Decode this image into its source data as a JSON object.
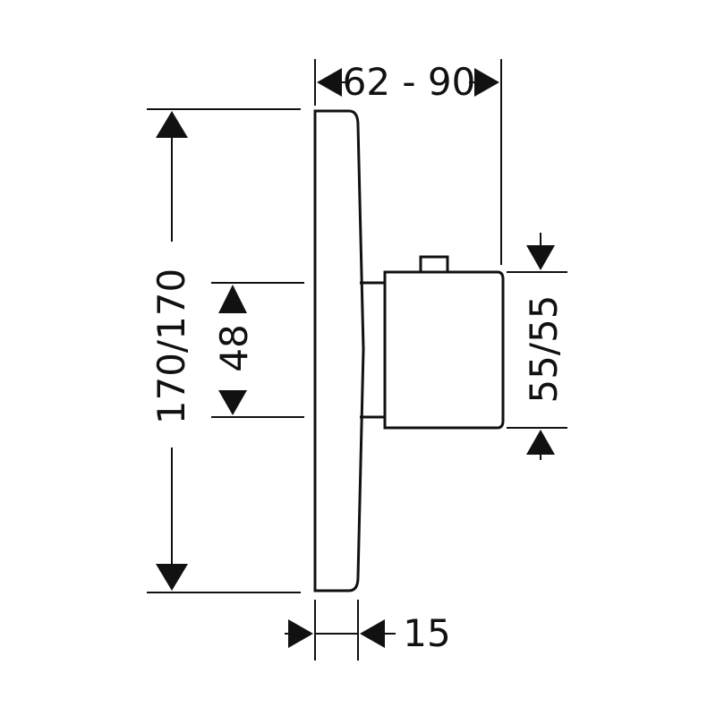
{
  "colors": {
    "line": "#111111",
    "background": "#ffffff"
  },
  "dimensions": {
    "depth_range": "62 - 90",
    "overall_height": "170/170",
    "spindle_offset": "48",
    "handle_height": "55/55",
    "plate_thickness": "15"
  }
}
